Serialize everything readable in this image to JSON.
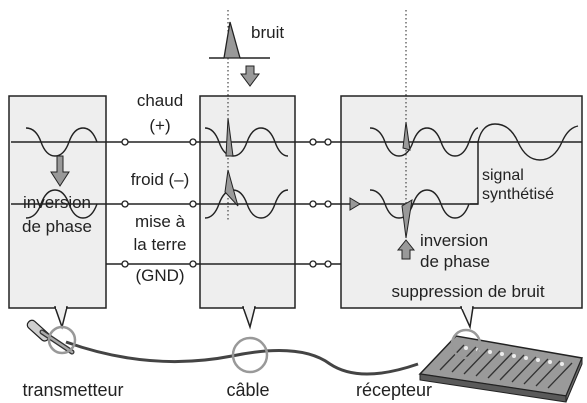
{
  "labels": {
    "noise": "bruit",
    "hot": "chaud",
    "hot_sign": "(+)",
    "cold": "froid (–)",
    "ground_line1": "mise à",
    "ground_line2": "la terre",
    "ground_line3": "(GND)",
    "inversion_tx_line1": "inversion",
    "inversion_tx_line2": "de phase",
    "inversion_rx_line1": "inversion",
    "inversion_rx_line2": "de phase",
    "synth_line1": "signal",
    "synth_line2": "synthétisé",
    "noise_suppression": "suppression de bruit",
    "transmitter": "transmetteur",
    "cable": "câble",
    "receiver": "récepteur"
  },
  "colors": {
    "box_fill": "#eeeeee",
    "line": "#222222",
    "arrow": "#999999",
    "noise_fill": "#999999",
    "cable": "#444444"
  },
  "icons": {
    "transmitter_device": "microphone-icon",
    "receiver_device": "mixing-console-icon"
  }
}
